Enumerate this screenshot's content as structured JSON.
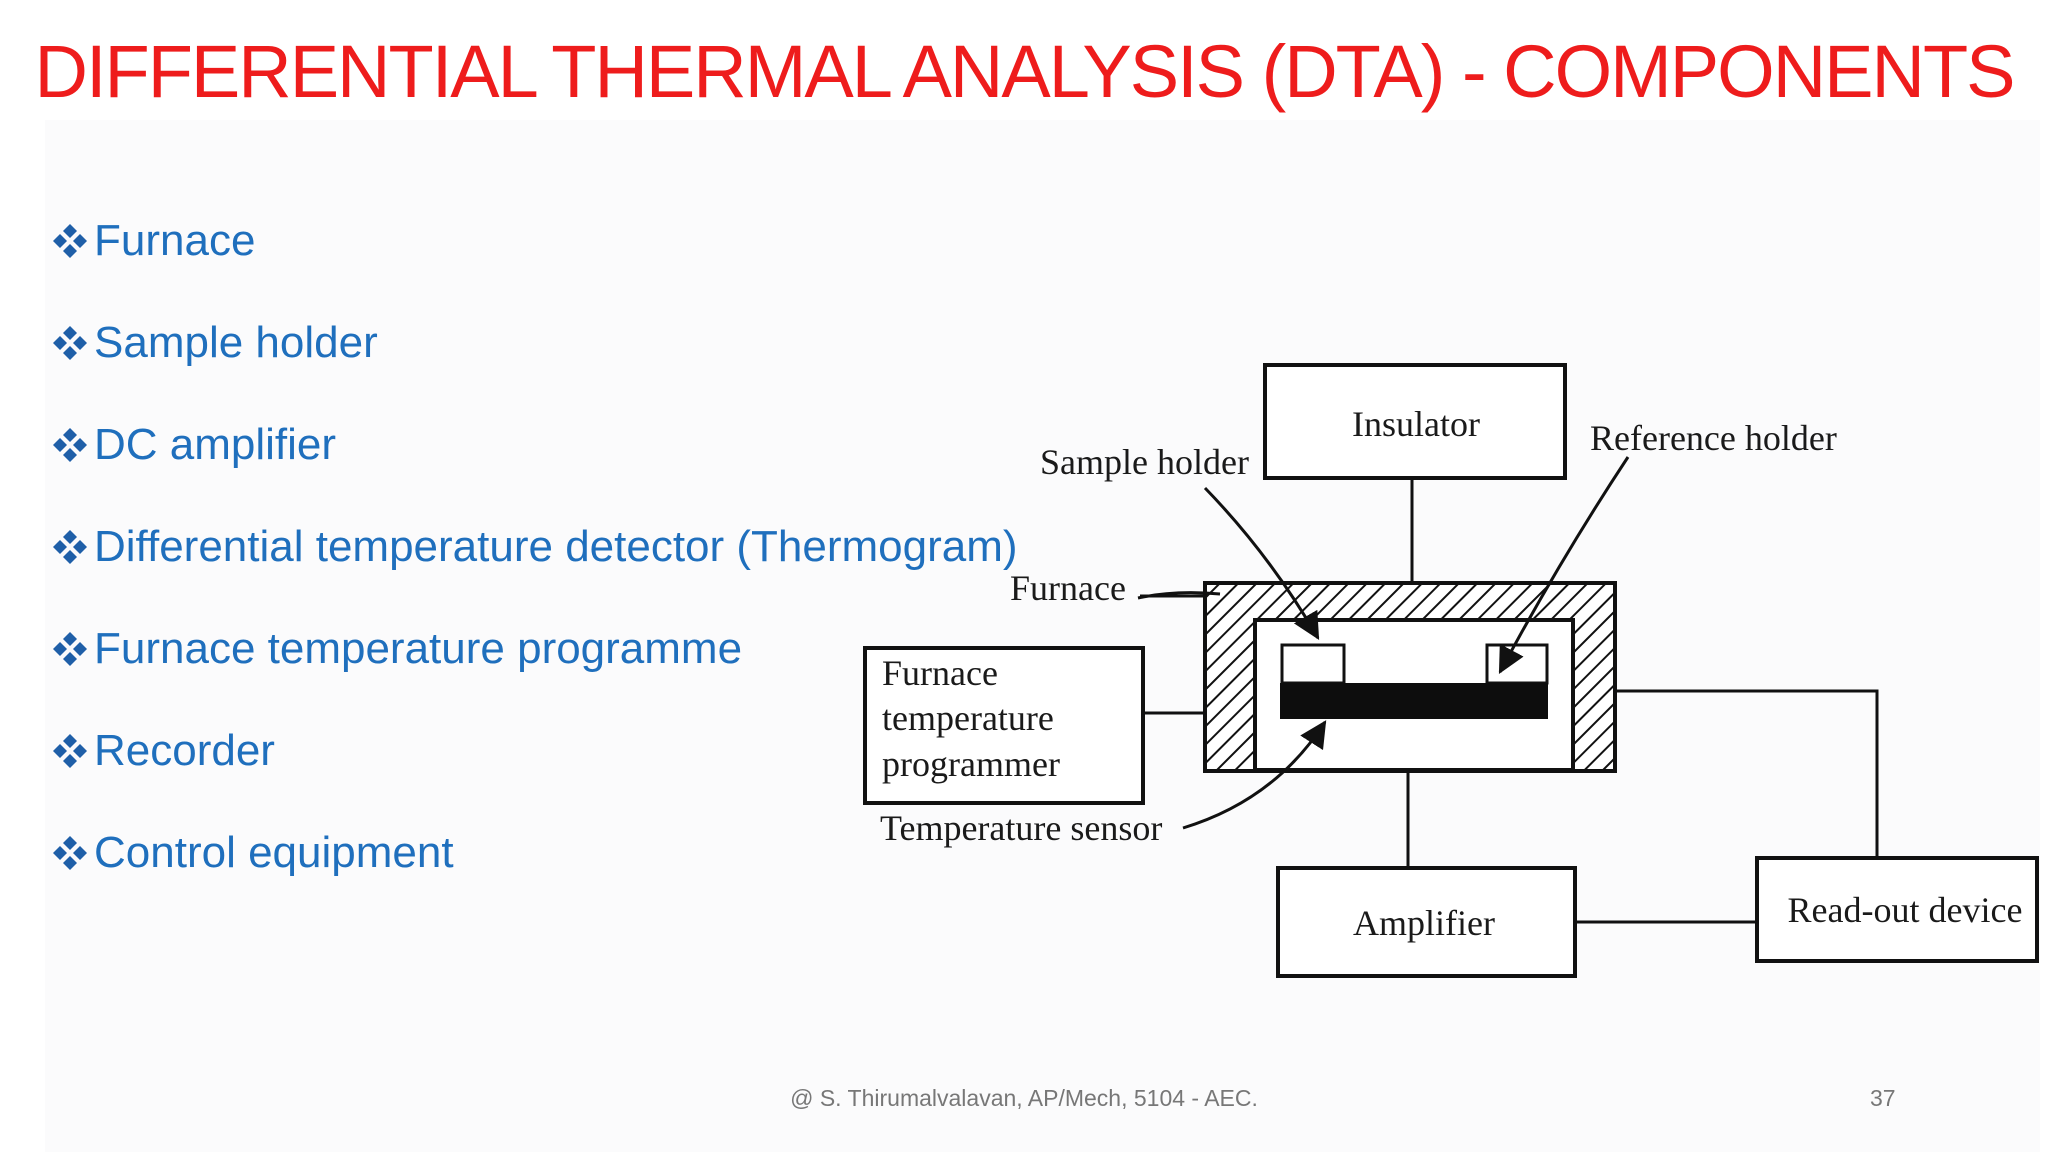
{
  "slide": {
    "title": "DIFFERENTIAL THERMAL ANALYSIS (DTA) - COMPONENTS",
    "bullets": [
      "Furnace",
      "Sample holder",
      "DC amplifier",
      "Differential temperature detector (Thermogram)",
      "Furnace temperature programme",
      "Recorder",
      "Control equipment"
    ],
    "bullet_icon": "four-diamond-icon",
    "footer": "@ S. Thirumalvalavan, AP/Mech, 5104 - AEC.",
    "page_number": "37"
  },
  "diagram": {
    "insulator": "Insulator",
    "sample_holder": "Sample holder",
    "reference_holder": "Reference holder",
    "furnace": "Furnace",
    "programmer_lines": [
      "Furnace",
      "temperature",
      "programmer"
    ],
    "temperature_sensor": "Temperature sensor",
    "amplifier": "Amplifier",
    "readout_device": "Read-out device"
  },
  "colors": {
    "title": "#ee1c1c",
    "bullet_text": "#1f6fbd",
    "bullet_icon": "#1f5fa8",
    "footer": "#777777"
  }
}
